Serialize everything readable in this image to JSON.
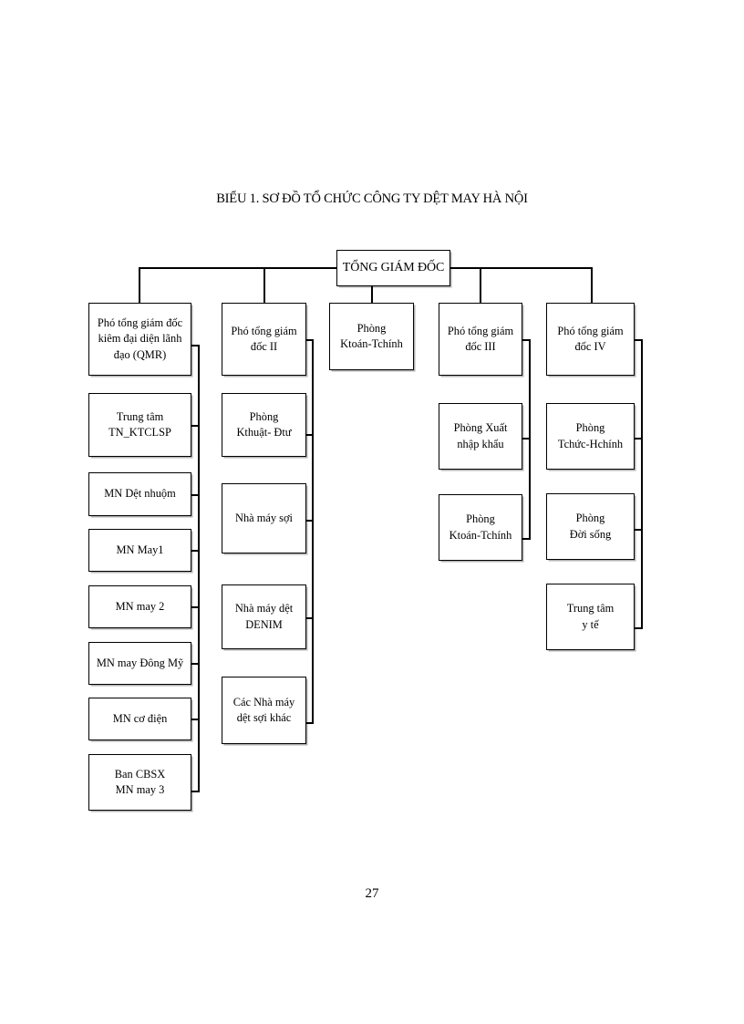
{
  "document": {
    "title": "BIỂU 1. SƠ ĐỒ TỔ CHỨC CÔNG TY DỆT MAY HÀ NỘI",
    "page_number": "27"
  },
  "org_chart": {
    "type": "organization-chart",
    "root": {
      "id": "tong-giam-doc",
      "label": "TỔNG GIÁM ĐỐC"
    },
    "columns": [
      {
        "id": "column-1",
        "head": "Phó tổng giám đốc kiêm đại diện lãnh đạo (QMR)",
        "nodes": [
          {
            "id": "pho-tgd-qmr",
            "label": "Phó tổng giám đốc\nkiêm đại diện lãnh\nđạo (QMR)"
          },
          {
            "id": "trung-tam-tn-ktclsp",
            "label": "Trung tâm\nTN_KTCLSP"
          },
          {
            "id": "mn-det-nhuom",
            "label": "MN Dệt nhuộm"
          },
          {
            "id": "mn-may-1",
            "label": "MN May1"
          },
          {
            "id": "mn-may-2",
            "label": "MN may 2"
          },
          {
            "id": "mn-may-dong-my",
            "label": "MN may Đông Mỹ"
          },
          {
            "id": "mn-co-dien",
            "label": "MN cơ điện"
          },
          {
            "id": "ban-cbsx-mn-may-3",
            "label": "Ban CBSX\nMN may 3"
          }
        ]
      },
      {
        "id": "column-2",
        "head": "Phó tổng giám đốc II",
        "nodes": [
          {
            "id": "pho-tgd-ii",
            "label": "Phó tổng giám\nđốc II"
          },
          {
            "id": "phong-kthuat-dtu",
            "label": "Phòng\nKthuật- Đtư"
          },
          {
            "id": "nha-may-soi",
            "label": "Nhà máy sợi"
          },
          {
            "id": "nha-may-det-denim",
            "label": "Nhà máy dệt\nDENIM"
          },
          {
            "id": "cac-nha-may-det-soi-khac",
            "label": "Các Nhà máy\ndệt sợi khác"
          }
        ]
      },
      {
        "id": "column-3",
        "head": "Phòng Ktoán-Tchính",
        "nodes": [
          {
            "id": "phong-ktoan-tchinh-tgd",
            "label": "Phòng\nKtoán-Tchính"
          }
        ]
      },
      {
        "id": "column-4",
        "head": "Phó tổng giám đốc III",
        "nodes": [
          {
            "id": "pho-tgd-iii",
            "label": "Phó tổng giám\nđốc III"
          },
          {
            "id": "phong-xuat-nhap-khau",
            "label": "Phòng Xuất\nnhập khẩu"
          },
          {
            "id": "phong-ktoan-tchinh-iii",
            "label": "Phòng\nKtoán-Tchính"
          }
        ]
      },
      {
        "id": "column-5",
        "head": "Phó tổng giám đốc IV",
        "nodes": [
          {
            "id": "pho-tgd-iv",
            "label": "Phó tổng giám\nđốc IV"
          },
          {
            "id": "phong-tchuc-hchinh",
            "label": "Phòng\nTchức-Hchính"
          },
          {
            "id": "phong-doi-song",
            "label": "Phòng\nĐời sống"
          },
          {
            "id": "trung-tam-y-te",
            "label": "Trung tâm\ny tế"
          }
        ]
      }
    ]
  },
  "colors": {
    "ink": "#000000",
    "paper": "#ffffff"
  }
}
